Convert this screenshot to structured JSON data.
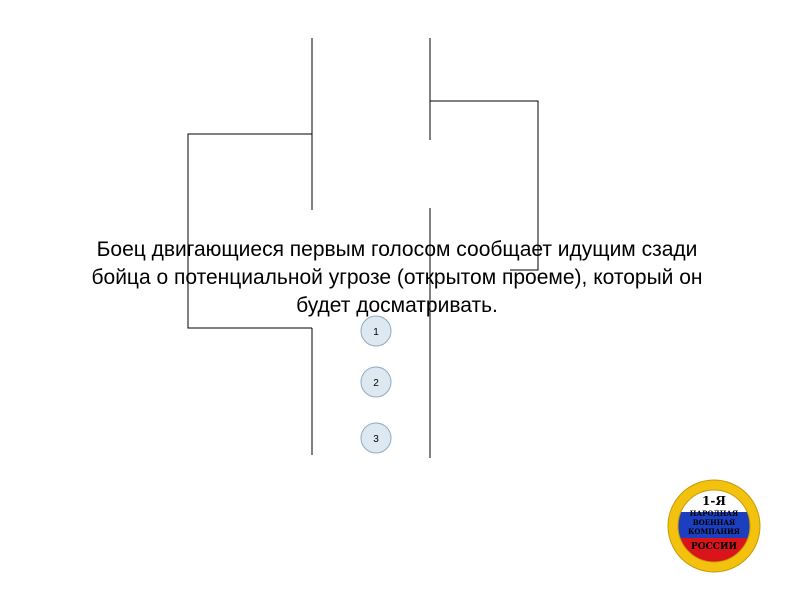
{
  "caption": {
    "line1": "Боец двигающиеся первым голосом сообщает идущим сзади",
    "line2": "бойца о потенциальной угрозе (открытом проеме), который он",
    "line3": "будет досматривать."
  },
  "fighters": [
    "1",
    "2",
    "3"
  ],
  "logo": {
    "line1": "1-Я",
    "line2": "НАРОДНАЯ",
    "line3": "ВОЕННАЯ",
    "line4": "КОМПАНИЯ",
    "line5": "РОССИИ"
  },
  "colors": {
    "line": "#000000",
    "fighter_fill": "#dde8f1",
    "fighter_stroke": "#8faac4",
    "logo_gold": "#f2c20e",
    "flag_white": "#ffffff",
    "flag_blue": "#1c3fbf",
    "flag_red": "#d9141b"
  }
}
